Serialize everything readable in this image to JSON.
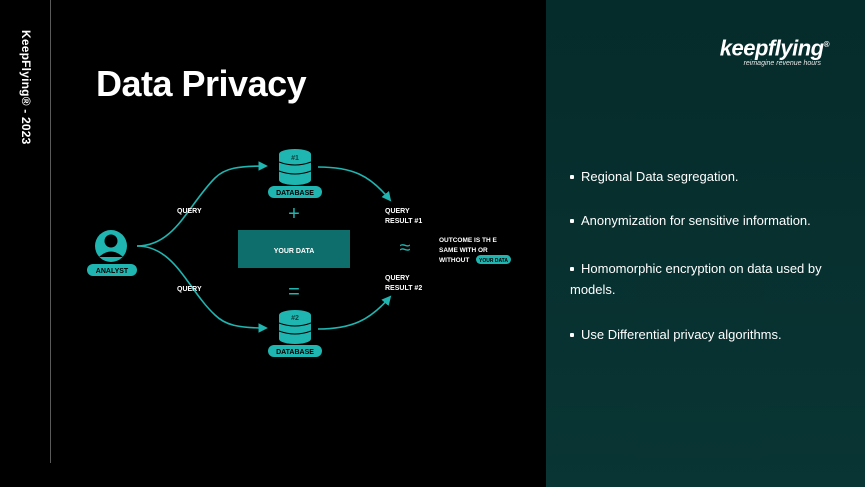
{
  "sidebar": {
    "brand": "KeepFlying",
    "reg": "®",
    "year_label": " - 2023"
  },
  "title": "Data Privacy",
  "logo": {
    "brand": "keepflying",
    "reg": "®",
    "tagline": "reimagine revenue hours"
  },
  "diagram": {
    "analyst_label": "ANALYST",
    "query_top": "QUERY",
    "query_bottom": "QUERY",
    "db_top_id": "#1",
    "db_top_label": "DATABASE",
    "db_bottom_id": "#2",
    "db_bottom_label": "DATABASE",
    "plus": "+",
    "equals": "=",
    "your_data": "YOUR DATA",
    "result1_line1": "QUERY",
    "result1_line2": "RESULT #1",
    "result2_line1": "QUERY",
    "result2_line2": "RESULT #2",
    "approx": "≈",
    "outcome_line1": "OUTCOME IS TH E",
    "outcome_line2": "SAME WITH OR",
    "outcome_line3": "WITHOUT",
    "badge": "YOUR DATA"
  },
  "bullets": [
    "Regional Data segregation.",
    "Anonymization for sensitive information.",
    "Homomorphic encryption on data used by models.",
    "Use Differential privacy algorithms."
  ],
  "colors": {
    "accent": "#1fb5b0",
    "panel": "#073130",
    "box": "#0e6e6b"
  }
}
